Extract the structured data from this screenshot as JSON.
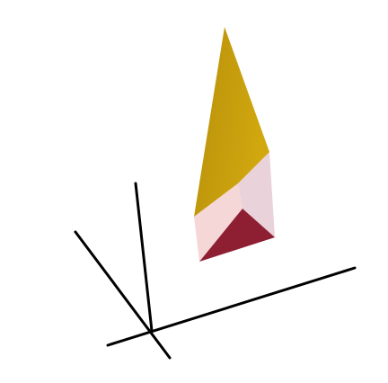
{
  "scene": {
    "kind": "3d-rendered-solid-with-axes",
    "background": "#ffffff",
    "axes": {
      "count": 3,
      "color": "#000000",
      "labels": []
    },
    "solid": {
      "shape": "tilted triangular prism with pyramidal tip",
      "faces": {
        "apex_side": "#b8900a",
        "apex_side_light": "#d1a80f",
        "left_side": "#f6d7d7",
        "right_side": "#ead2da",
        "bottom_cap": "#8e1f33"
      }
    }
  }
}
